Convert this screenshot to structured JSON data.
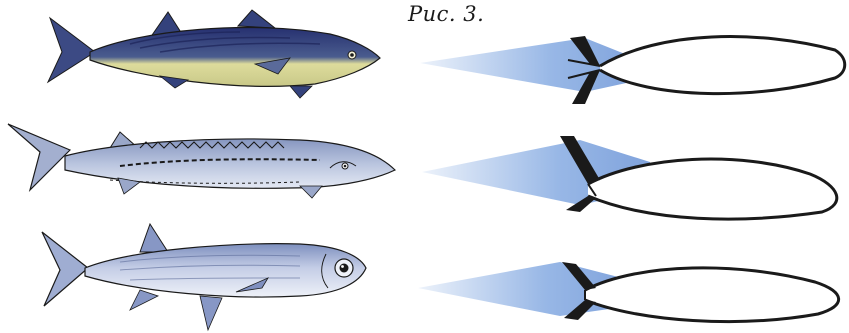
{
  "figure": {
    "caption": "Рис. 3."
  },
  "colors": {
    "background": "#ffffff",
    "outline": "#1a1a1a",
    "water_wedge": "#7fa6e0",
    "mackerel_back": "#2d3a78",
    "mackerel_belly": "#e8e6a8",
    "sturgeon_body": "#aab6d4",
    "herring_body": "#c9d2ea"
  },
  "rows": [
    {
      "fish": "mackerel",
      "diagram": "outline-with-wedge"
    },
    {
      "fish": "sturgeon",
      "diagram": "outline-with-wedge"
    },
    {
      "fish": "herring",
      "diagram": "outline-with-wedge"
    }
  ]
}
